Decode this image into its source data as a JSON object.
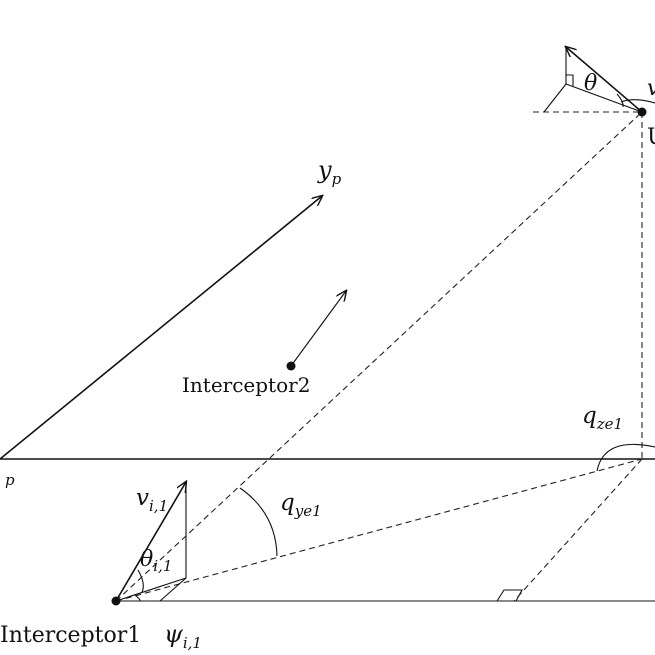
{
  "labels": {
    "y_axis": "y",
    "y_axis_sub": "p",
    "origin_sub": "p",
    "interceptor1": "Interceptor1",
    "interceptor2": "Interceptor2",
    "psi": "ψ",
    "psi_sub": "i,1",
    "v": "v",
    "v_sub": "i,1",
    "theta_i": "θ",
    "theta_i_sub": "i,1",
    "q_ye": "q",
    "q_ye_sub": "ye1",
    "q_ze": "q",
    "q_ze_sub": "ze1",
    "theta_target": "θ",
    "target_partial": "U",
    "v_target_partial": "v"
  }
}
